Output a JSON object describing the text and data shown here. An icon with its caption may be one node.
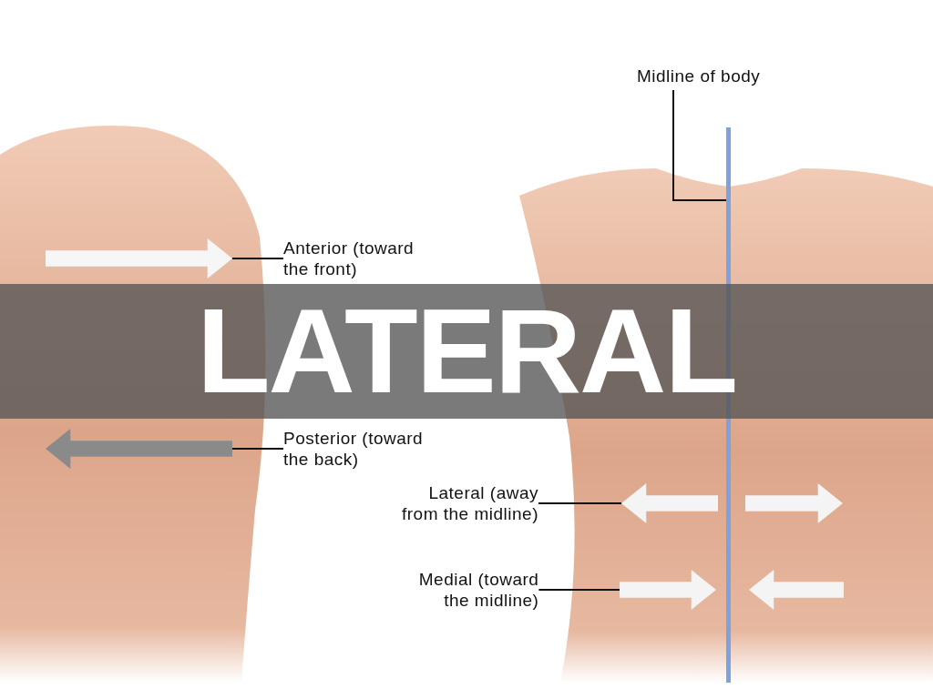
{
  "diagram": {
    "title": "LATERAL",
    "nodes": [
      {
        "text": [
          "Midline of body"
        ]
      },
      {
        "text": [],
        "shape": "line"
      },
      {
        "text": [
          "Anterior (toward the front)"
        ]
      },
      {
        "text": [],
        "shape": "arrow"
      },
      {
        "text": [
          "Posterior (toward the back)"
        ]
      },
      {
        "text": [],
        "shape": "arrow"
      },
      {
        "text": [
          "Lateral (away from the midline)"
        ]
      },
      {
        "text": [],
        "shape": "arrow"
      },
      {
        "text": [],
        "shape": "arrow"
      },
      {
        "text": [
          "Medial (toward the midline)"
        ]
      },
      {
        "text": [],
        "shape": "arrow"
      },
      {
        "text": [],
        "shape": "arrow"
      }
    ],
    "edges": [
      {
        "from": 0,
        "to": 1,
        "arrow": "none"
      },
      {
        "from": 2,
        "to": 3,
        "arrow": "none"
      },
      {
        "from": 4,
        "to": 5,
        "arrow": "none"
      },
      {
        "from": 6,
        "to": 7,
        "arrow": "none"
      },
      {
        "from": 9,
        "to": 10,
        "arrow": "none"
      }
    ]
  }
}
